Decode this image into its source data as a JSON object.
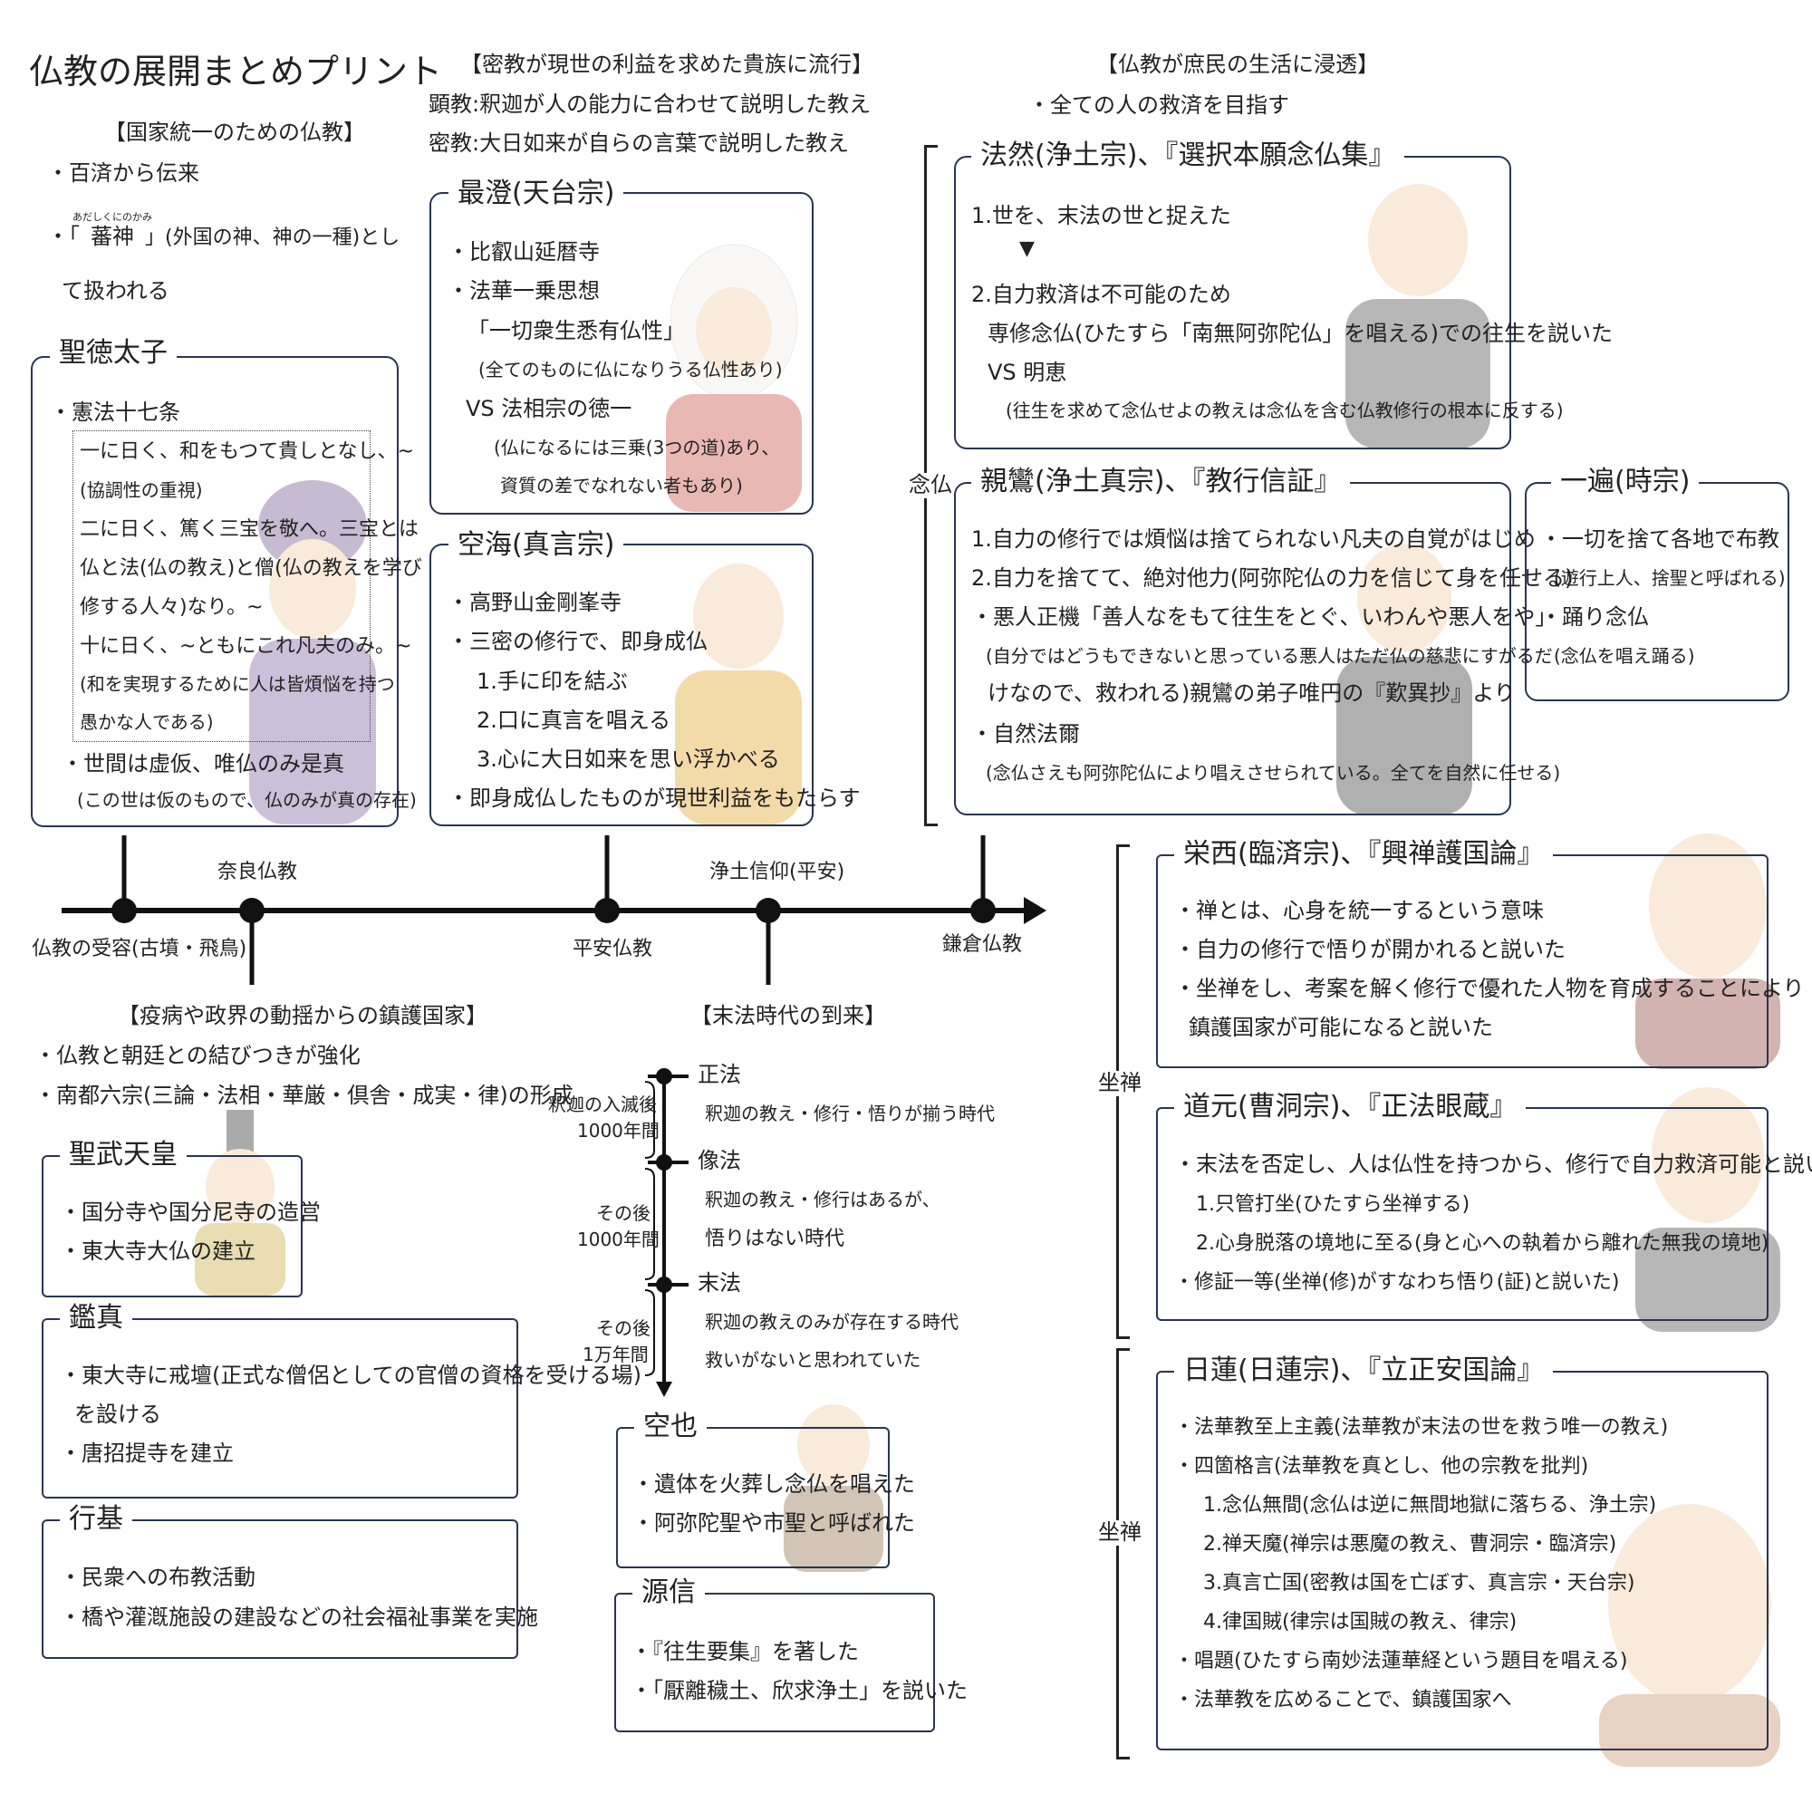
{
  "title": "仏教の展開まとめプリント",
  "kokka": {
    "heading": "【国家統一のための仏教】",
    "b1": "・百済から伝来",
    "ruby": "あだしくにのかみ",
    "b2a": "・「",
    "b2word": "蕃神",
    "b2b": "」(外国の神、神の一種)とし",
    "b2c": "て扱われる"
  },
  "shotoku": {
    "name": "聖徳太子",
    "kenpo": "・憲法十七条",
    "q": [
      "一に日く、和をもつて貴しとなし、~",
      "(協調性の重視)",
      "二に日く、篤く三宝を敬へ。三宝とは",
      "仏と法(仏の教え)と僧(仏の教えを学び",
      "修する人々)なり。~",
      "十に日く、~ともにこれ凡夫のみ。~",
      "(和を実現するために人は皆煩悩を持つ",
      "愚かな人である)"
    ],
    "b2": "・世間は虚仮、唯仏のみ是真",
    "b2n": "(この世は仮のもので、仏のみが真の存在)"
  },
  "mikkyo": {
    "heading": "【密教が現世の利益を求めた貴族に流行】",
    "l1": "顕教:釈迦が人の能力に合わせて説明した教え",
    "l2": "密教:大日如来が自らの言葉で説明した教え"
  },
  "saicho": {
    "name": "最澄(天台宗)",
    "lines": [
      "・比叡山延暦寺",
      "・法華一乗思想",
      "「一切衆生悉有仏性」",
      "(全てのものに仏になりうる仏性あり)",
      "VS 法相宗の徳一",
      "(仏になるには三乗(3つの道)あり、",
      "資質の差でなれない者もあり)"
    ]
  },
  "kukai": {
    "name": "空海(真言宗)",
    "lines": [
      "・高野山金剛峯寺",
      "・三密の修行で、即身成仏",
      "1.手に印を結ぶ",
      "2.口に真言を唱える",
      "3.心に大日如来を思い浮かべる",
      "・即身成仏したものが現世利益をもたらす"
    ]
  },
  "shomin": {
    "heading": "【仏教が庶民の生活に浸透】",
    "sub": "・全ての人の救済を目指す"
  },
  "nenbutsu_label": "念仏",
  "honen": {
    "name": "法然(浄土宗)、『選択本願念仏集』",
    "lines": [
      "1.世を、末法の世と捉えた",
      "▼",
      "2.自力救済は不可能のため",
      "専修念仏(ひたすら「南無阿弥陀仏」を唱える)での往生を説いた",
      "VS 明恵",
      "(往生を求めて念仏せよの教えは念仏を含む仏教修行の根本に反する)"
    ]
  },
  "shinran": {
    "name": "親鸞(浄土真宗)、『教行信証』",
    "lines": [
      "1.自力の修行では煩悩は捨てられない凡夫の自覚がはじめ",
      "2.自力を捨てて、絶対他力(阿弥陀仏の力を信じて身を任せる)",
      "・悪人正機「善人なをもて往生をとぐ、いわんや悪人をや」",
      "(自分ではどうもできないと思っている悪人はただ仏の慈悲にすがるだ",
      "けなので、救われる)親鸞の弟子唯円の『歎異抄』より",
      "・自然法爾",
      "(念仏さえも阿弥陀仏により唱えさせられている。全てを自然に任せる)"
    ]
  },
  "ippen": {
    "name": "一遍(時宗)",
    "lines": [
      "・一切を捨て各地で布教",
      "(遊行上人、捨聖と呼ばれる)",
      "・踊り念仏",
      "(念仏を唱え踊る)"
    ]
  },
  "timeline": {
    "nara": "奈良仏教",
    "jodo": "浄土信仰(平安)",
    "juyo": "仏教の受容(古墳・飛鳥)",
    "heian": "平安仏教",
    "kamakura": "鎌倉仏教"
  },
  "chingo": {
    "heading": "【疫病や政界の動揺からの鎮護国家】",
    "b1": "・仏教と朝廷との結びつきが強化",
    "b2": "・南都六宗(三論・法相・華厳・倶舎・成実・律)の形成"
  },
  "shomu": {
    "name": "聖武天皇",
    "lines": [
      "・国分寺や国分尼寺の造営",
      "・東大寺大仏の建立"
    ]
  },
  "ganjin": {
    "name": "鑑真",
    "lines": [
      "・東大寺に戒壇(正式な僧侶としての官僧の資格を受ける場)",
      "を設ける",
      "・唐招提寺を建立"
    ]
  },
  "gyoki": {
    "name": "行基",
    "lines": [
      "・民衆への布教活動",
      "・橋や灌漑施設の建設などの社会福祉事業を実施"
    ]
  },
  "mappo": {
    "heading": "【末法時代の到来】",
    "shoho": "正法",
    "shoho_d": "釈迦の教え・修行・悟りが揃う時代",
    "span1": [
      "釈迦の入滅後",
      "1000年間"
    ],
    "zoho": "像法",
    "zoho_d": [
      "釈迦の教え・修行はあるが、",
      "悟りはない時代"
    ],
    "span2": [
      "その後",
      "1000年間"
    ],
    "mapo": "末法",
    "mapo_d": [
      "釈迦の教えのみが存在する時代",
      "救いがないと思われていた"
    ],
    "span3": [
      "その後",
      "1万年間"
    ]
  },
  "kuya": {
    "name": "空也",
    "lines": [
      "・遺体を火葬し念仏を唱えた",
      "・阿弥陀聖や市聖と呼ばれた"
    ]
  },
  "genshin": {
    "name": "源信",
    "lines": [
      "・『往生要集』を著した",
      "・「厭離穢土、欣求浄土」を説いた"
    ]
  },
  "zazen_label1": "坐禅",
  "zazen_label2": "坐禅",
  "eisai": {
    "name": "栄西(臨済宗)、『興禅護国論』",
    "lines": [
      "・禅とは、心身を統一するという意味",
      "・自力の修行で悟りが開かれると説いた",
      "・坐禅をし、考案を解く修行で優れた人物を育成することにより",
      "鎮護国家が可能になると説いた"
    ]
  },
  "dogen": {
    "name": "道元(曹洞宗)、『正法眼蔵』",
    "lines": [
      "・末法を否定し、人は仏性を持つから、修行で自力救済可能と説いた",
      "1.只管打坐(ひたすら坐禅する)",
      "2.心身脱落の境地に至る(身と心への執着から離れた無我の境地)",
      "・修証一等(坐禅(修)がすなわち悟り(証)と説いた)"
    ]
  },
  "nichiren": {
    "name": "日蓮(日蓮宗)、『立正安国論』",
    "lines": [
      "・法華教至上主義(法華教が末法の世を救う唯一の教え)",
      "・四箇格言(法華教を真とし、他の宗教を批判)",
      "1.念仏無間(念仏は逆に無間地獄に落ちる、浄土宗)",
      "2.禅天魔(禅宗は悪魔の教え、曹洞宗・臨済宗)",
      "3.真言亡国(密教は国を亡ぼす、真言宗・天台宗)",
      "4.律国賊(律宗は国賊の教え、律宗)",
      "・唱題(ひたすら南妙法蓮華経という題目を唱える)",
      "・法華教を広めることで、鎮護国家へ"
    ]
  }
}
